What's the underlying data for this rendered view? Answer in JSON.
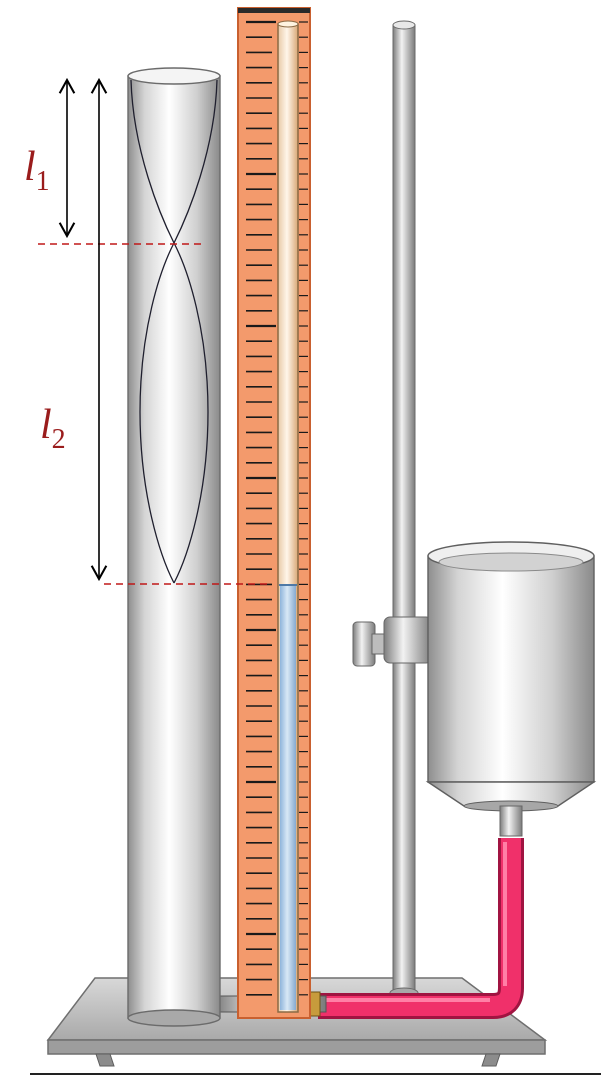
{
  "labels": {
    "l1": {
      "base": "l",
      "sub": "1"
    },
    "l2": {
      "base": "l",
      "sub": "2"
    }
  },
  "colors": {
    "scale": "#f39a6c",
    "scale_edge": "#c9602f",
    "tick": "#1a1a1a",
    "hose": "#f0306a",
    "water": "#a9c8e8",
    "metal": "#c9c9c9",
    "dashed": "#c01818",
    "label": "#9a1c1c"
  }
}
